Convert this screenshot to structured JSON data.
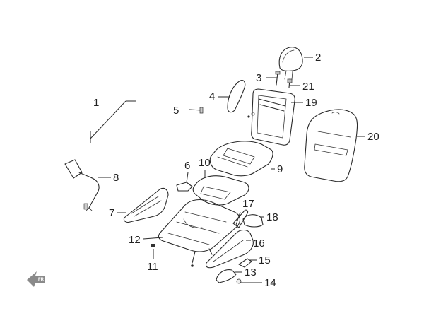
{
  "diagram": {
    "type": "exploded-parts-view",
    "colors": {
      "line": "#2a2a2a",
      "fill_light": "#eeeeee",
      "fill_mid": "#cfcfcf",
      "arrow": "#8a8a8a"
    },
    "fr_arrow": {
      "label": "FR",
      "icon": "front-direction-arrow-icon"
    },
    "callouts": [
      {
        "id": "1",
        "label": "1"
      },
      {
        "id": "2",
        "label": "2"
      },
      {
        "id": "3",
        "label": "3"
      },
      {
        "id": "21",
        "label": "21"
      },
      {
        "id": "4",
        "label": "4"
      },
      {
        "id": "19",
        "label": "19"
      },
      {
        "id": "5",
        "label": "5"
      },
      {
        "id": "20",
        "label": "20"
      },
      {
        "id": "6",
        "label": "6"
      },
      {
        "id": "10",
        "label": "10"
      },
      {
        "id": "9",
        "label": "9"
      },
      {
        "id": "8",
        "label": "8"
      },
      {
        "id": "7",
        "label": "7"
      },
      {
        "id": "17",
        "label": "17"
      },
      {
        "id": "18",
        "label": "18"
      },
      {
        "id": "12",
        "label": "12"
      },
      {
        "id": "16",
        "label": "16"
      },
      {
        "id": "11",
        "label": "11"
      },
      {
        "id": "15",
        "label": "15"
      },
      {
        "id": "13",
        "label": "13"
      },
      {
        "id": "14",
        "label": "14"
      }
    ]
  }
}
